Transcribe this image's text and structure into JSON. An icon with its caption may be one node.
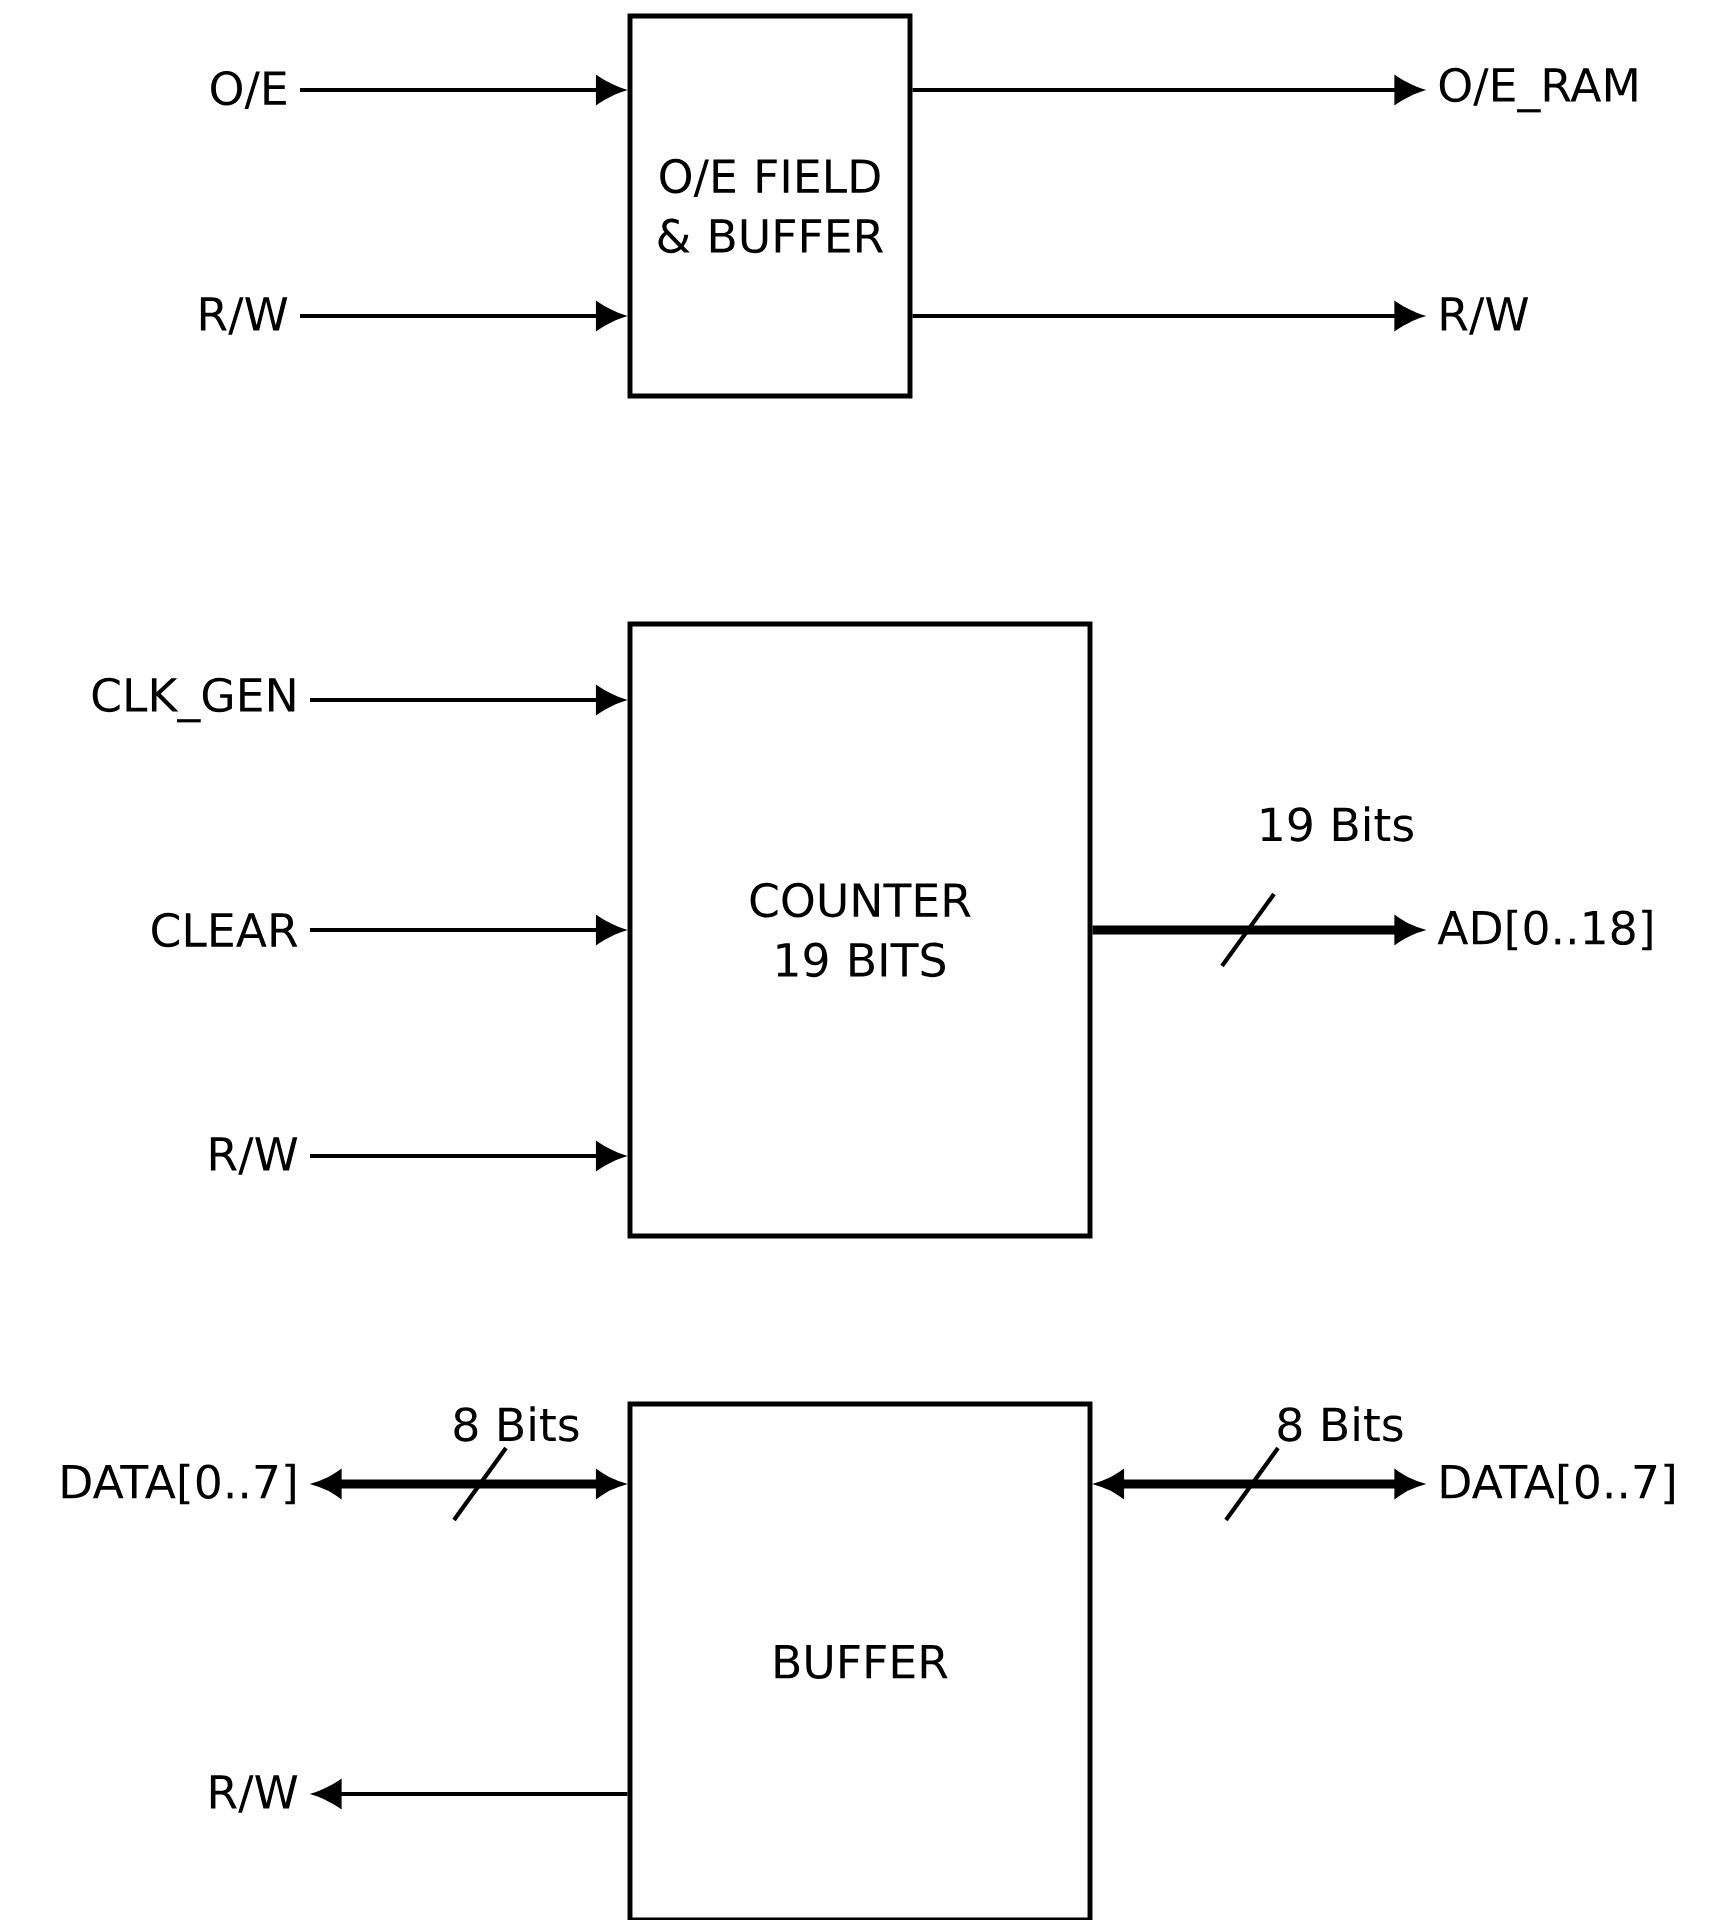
{
  "diagram": {
    "nodes": [
      {
        "text": [
          "O/E FIELD & BUFFER"
        ]
      },
      {
        "text": [
          "O/E"
        ]
      },
      {
        "text": [
          "R/W"
        ]
      },
      {
        "text": [
          "O/E_RAM"
        ]
      },
      {
        "text": [
          "R/W"
        ]
      },
      {
        "text": [
          "COUNTER 19 BITS"
        ]
      },
      {
        "text": [
          "CLK_GEN"
        ]
      },
      {
        "text": [
          "CLEAR"
        ]
      },
      {
        "text": [
          "R/W"
        ]
      },
      {
        "text": [
          "AD[0..18]"
        ]
      },
      {
        "text": [
          "BUFFER"
        ]
      },
      {
        "text": [
          "DATA[0..7]"
        ]
      },
      {
        "text": [
          "DATA[0..7]"
        ]
      },
      {
        "text": [
          "R/W"
        ]
      }
    ],
    "edges": [
      {
        "from": 1,
        "to": 0,
        "arrow": "to"
      },
      {
        "from": 2,
        "to": 0,
        "arrow": "to"
      },
      {
        "from": 0,
        "to": 3,
        "arrow": "to"
      },
      {
        "from": 0,
        "to": 4,
        "arrow": "to"
      },
      {
        "from": 6,
        "to": 5,
        "arrow": "to"
      },
      {
        "from": 7,
        "to": 5,
        "arrow": "to"
      },
      {
        "from": 8,
        "to": 5,
        "arrow": "to"
      },
      {
        "from": 5,
        "to": 9,
        "arrow": "to",
        "style": "thick",
        "label": "19 Bits"
      },
      {
        "from": 11,
        "to": 10,
        "arrow": "both",
        "style": "thick",
        "label": "8 Bits"
      },
      {
        "from": 10,
        "to": 12,
        "arrow": "both",
        "style": "thick",
        "label": "8 Bits"
      },
      {
        "from": 10,
        "to": 13,
        "arrow": "to"
      }
    ]
  }
}
